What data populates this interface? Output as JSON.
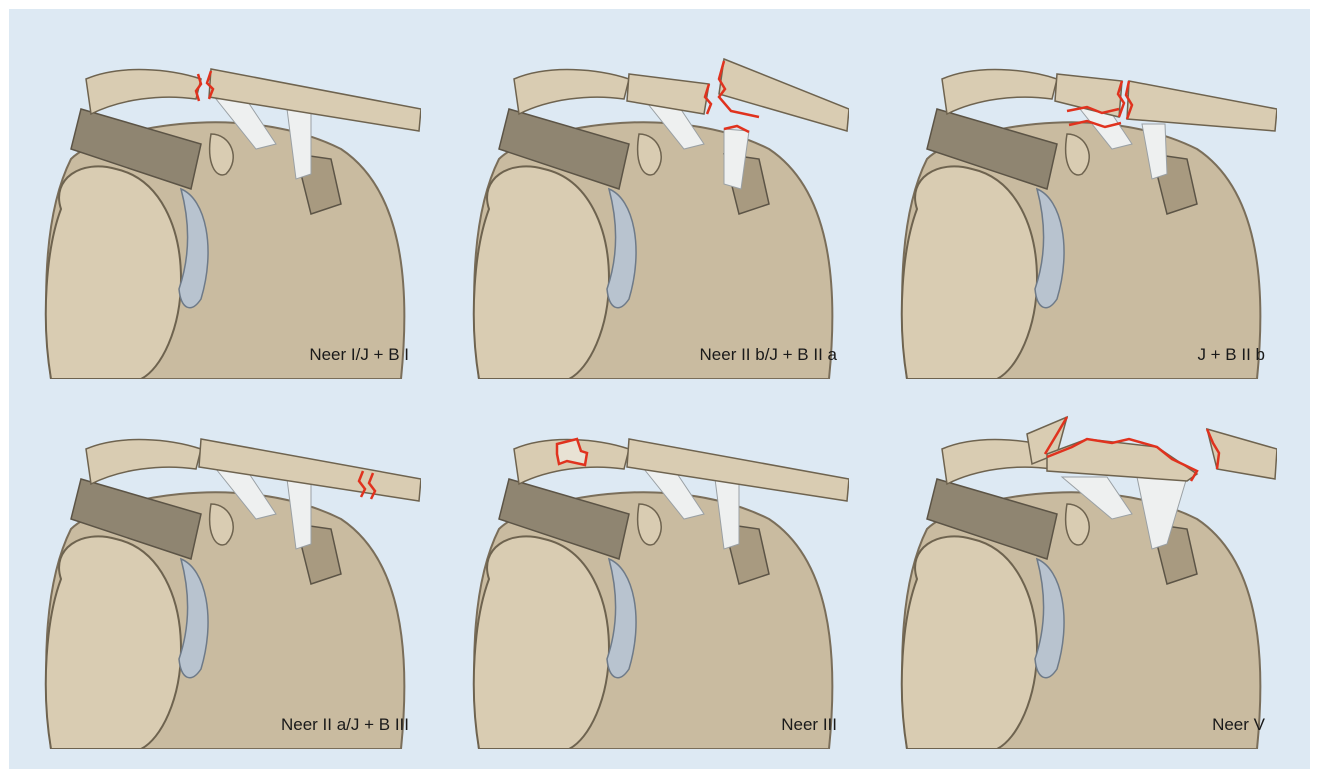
{
  "colors": {
    "background": "#dde9f3",
    "bone": "#d9ccb2",
    "bone_shadow": "#a89a80",
    "muscle": "#8f8571",
    "ligament": "#eef0f0",
    "cartilage": "#b8c3cf",
    "fracture": "#e0321e"
  },
  "panels": [
    {
      "label": "Neer I/J + B I"
    },
    {
      "label": "Neer II b/J + B II a"
    },
    {
      "label": "J + B II b"
    },
    {
      "label": "Neer II a/J + B III"
    },
    {
      "label": "Neer III"
    },
    {
      "label": "Neer V"
    }
  ]
}
